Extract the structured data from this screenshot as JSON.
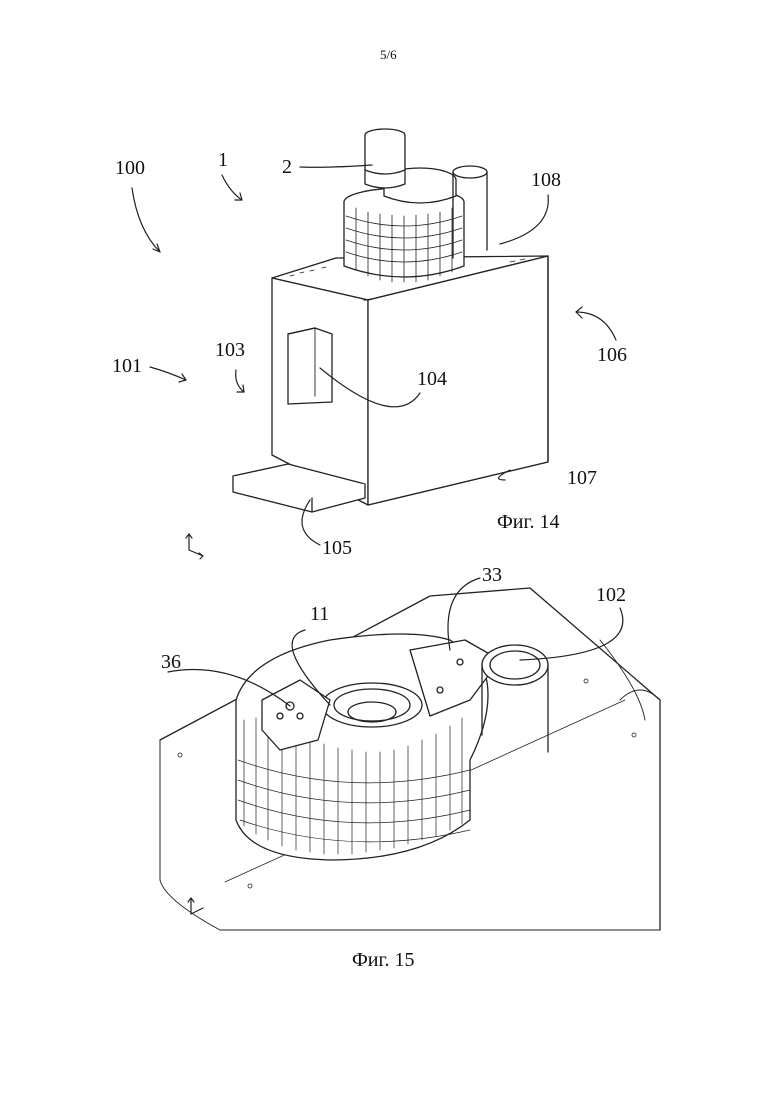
{
  "page": {
    "number": "5/6"
  },
  "figure14": {
    "caption": "Фиг. 14",
    "labels": {
      "l100": "100",
      "l1": "1",
      "l2": "2",
      "l108": "108",
      "l101": "101",
      "l103": "103",
      "l104": "104",
      "l106": "106",
      "l107": "107",
      "l105": "105"
    }
  },
  "figure15": {
    "caption": "Фиг. 15",
    "labels": {
      "l33": "33",
      "l102": "102",
      "l11": "11",
      "l36": "36"
    }
  }
}
